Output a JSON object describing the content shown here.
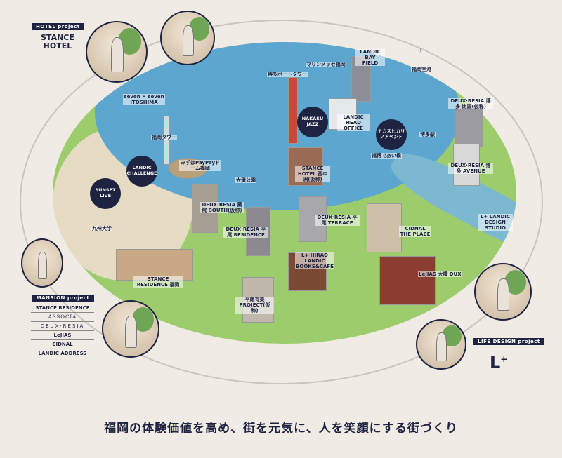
{
  "hotel_project": {
    "tag": "HOTEL project",
    "brand_line1": "STANCE",
    "brand_line2": "HOTEL"
  },
  "mansion_project": {
    "tag": "MANSION project",
    "brands": [
      "STANCE RESIDENCE",
      "ASSOCIA",
      "DEUX·RESIA",
      "LeJIAS",
      "CIDNAL",
      "LANDIC ADDRESS"
    ]
  },
  "life_design_project": {
    "tag": "LIFE DESIGN project",
    "logo": "L+"
  },
  "bubbles": {
    "landic_challenge": "LANDIC CHALLENGE",
    "sunset_live": "SUNSET LIVE",
    "nakasu_jazz": "NAKASU JAZZ",
    "nakasu_hikari": "ナカスヒカリノアベント"
  },
  "labels": {
    "seven": "seven × seven ITOSHIMA",
    "tower": "福岡タワー",
    "dome": "みずほPayPayドーム福岡",
    "bay_field": "LANDIC BAY FIELD",
    "marine": "マリンメッセ福岡",
    "port": "博多ポートタワー",
    "airport": "福岡空港",
    "head_office": "LANDIC HEAD OFFICE",
    "hakata_station": "博多駅",
    "deux_hie": "DEUX·RESIA 博多 比恵(仮称)",
    "deux_avenue": "DEUX·RESIA 博多 AVENUE",
    "stance_hotel": "STANCE HOTEL 西中洲(仮称)",
    "deaibashi": "福博であい橋",
    "ohori": "大濠公園",
    "deux_yakuin": "DEUX·RESIA 薬院 SOUTH(仮称)",
    "deux_hirao_res": "DEUX·RESIA 平尾 RESIDENCE",
    "deux_hirao_ter": "DEUX·RESIA 平尾 TERRACE",
    "cidnal": "CIDNAL THE PLACE",
    "lplus_hirao": "L+ HIRAO LANDIC BOOKS&CAFE",
    "lejias": "LeJIAS 大橋 DUX",
    "stance_res": "STANCE RESIDENCE 福岡",
    "hirao_project": "平尾有楽 PROJECT(仮称)",
    "kyudai": "九州大学",
    "design_studio": "L+ LANDIC DESIGN STUDIO"
  },
  "caption": "福岡の体験価値を高め、街を元気に、人を笑顔にする街づくり"
}
